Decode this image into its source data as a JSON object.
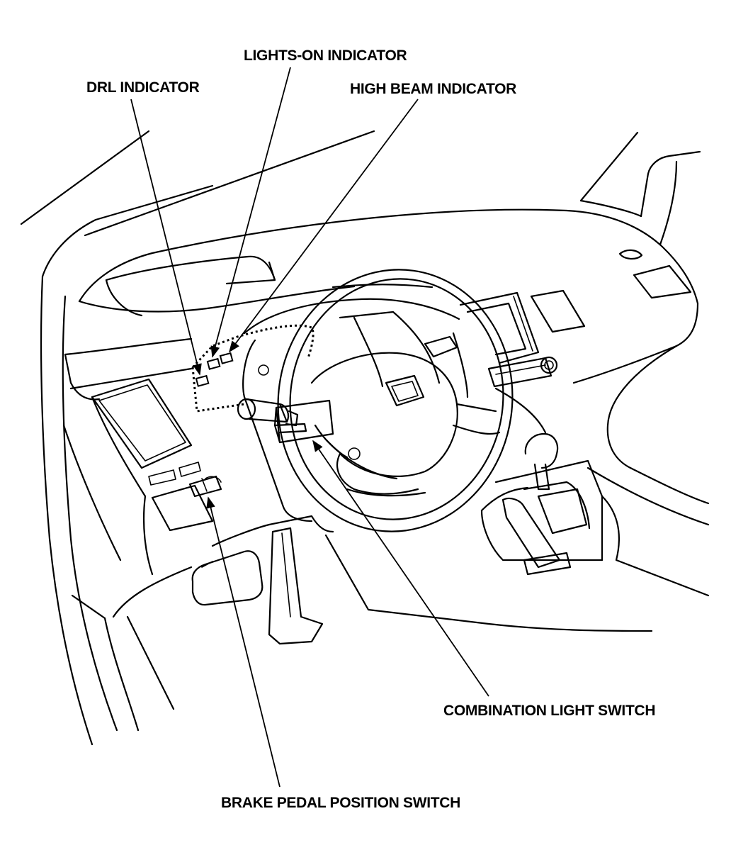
{
  "labels": {
    "lights_on_indicator": "LIGHTS-ON INDICATOR",
    "drl_indicator": "DRL INDICATOR",
    "high_beam_indicator": "HIGH BEAM INDICATOR",
    "combination_light_switch": "COMBINATION LIGHT SWITCH",
    "brake_pedal_position_switch": "BRAKE PEDAL POSITION SWITCH"
  },
  "colors": {
    "ink": "#000000",
    "paper": "#ffffff"
  }
}
